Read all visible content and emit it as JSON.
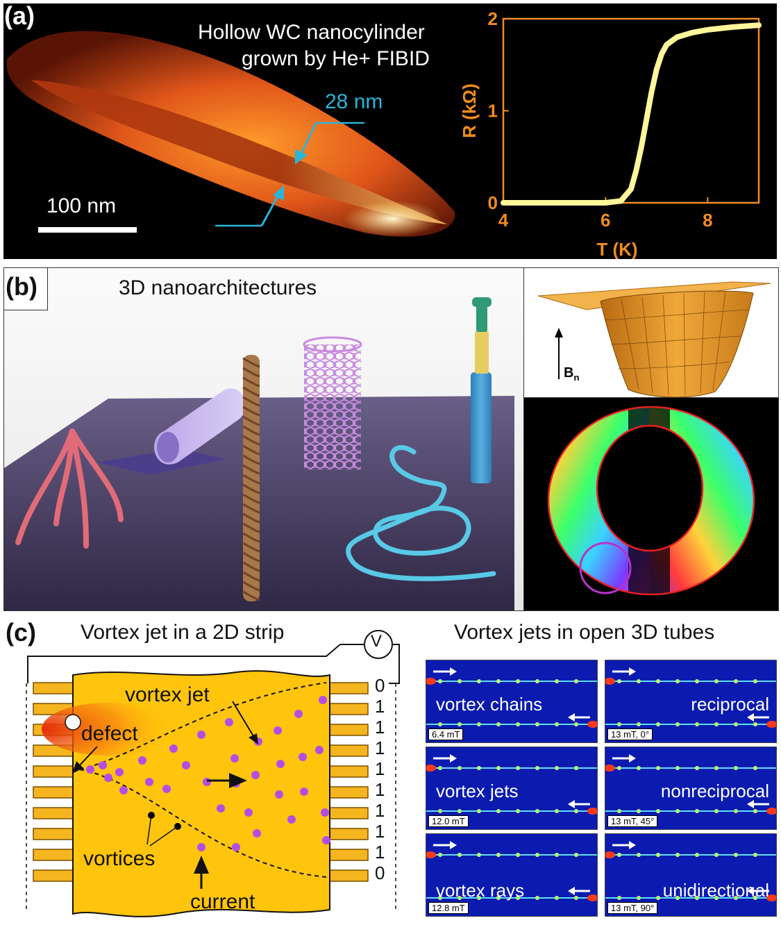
{
  "panel_a": {
    "label": "(a)",
    "title_line1": "Hollow WC nanocylinder",
    "title_line2": "grown by He+ FIBID",
    "thickness_label": "28 nm",
    "scalebar_label": "100 nm",
    "chart_data": {
      "type": "line",
      "title": "",
      "xlabel": "T (K)",
      "ylabel": "R (kΩ)",
      "xlim": [
        4,
        9
      ],
      "ylim": [
        0,
        2
      ],
      "xticks": [
        "4",
        "6",
        "8"
      ],
      "yticks": [
        "0",
        "1",
        "2"
      ],
      "x": [
        4.0,
        5.0,
        6.0,
        6.3,
        6.5,
        6.6,
        6.7,
        6.8,
        6.9,
        7.0,
        7.1,
        7.2,
        7.4,
        7.7,
        8.0,
        8.5,
        9.0
      ],
      "y": [
        0.0,
        0.0,
        0.0,
        0.02,
        0.15,
        0.35,
        0.6,
        0.9,
        1.2,
        1.45,
        1.62,
        1.72,
        1.8,
        1.85,
        1.88,
        1.91,
        1.93
      ],
      "line_color": "#fff59a",
      "axis_color": "#f08c1e"
    }
  },
  "panel_b": {
    "label": "(b)",
    "title": "3D nanoarchitectures",
    "field_label": "B",
    "field_sub": "n"
  },
  "panel_c": {
    "label": "(c)",
    "left_title": "Vortex jet in a 2D strip",
    "right_title": "Vortex jets in open 3D tubes",
    "voltmeter": "V",
    "vortex_jet": "vortex jet",
    "defect": "defect",
    "vortices": "vortices",
    "current": "current",
    "contact_values": [
      "0",
      "1",
      "1",
      "1",
      "1",
      "1",
      "1",
      "1",
      "1",
      "0"
    ],
    "sims": [
      {
        "title": "vortex chains",
        "field": "6.4 mT"
      },
      {
        "title": "reciprocal",
        "field": "13 mT, 0°"
      },
      {
        "title": "vortex jets",
        "field": "12.0 mT"
      },
      {
        "title": "nonreciprocal",
        "field": "13 mT, 45°"
      },
      {
        "title": "vortex rays",
        "field": "12.8 mT"
      },
      {
        "title": "unidirectional",
        "field": "13 mT, 90°"
      }
    ]
  }
}
